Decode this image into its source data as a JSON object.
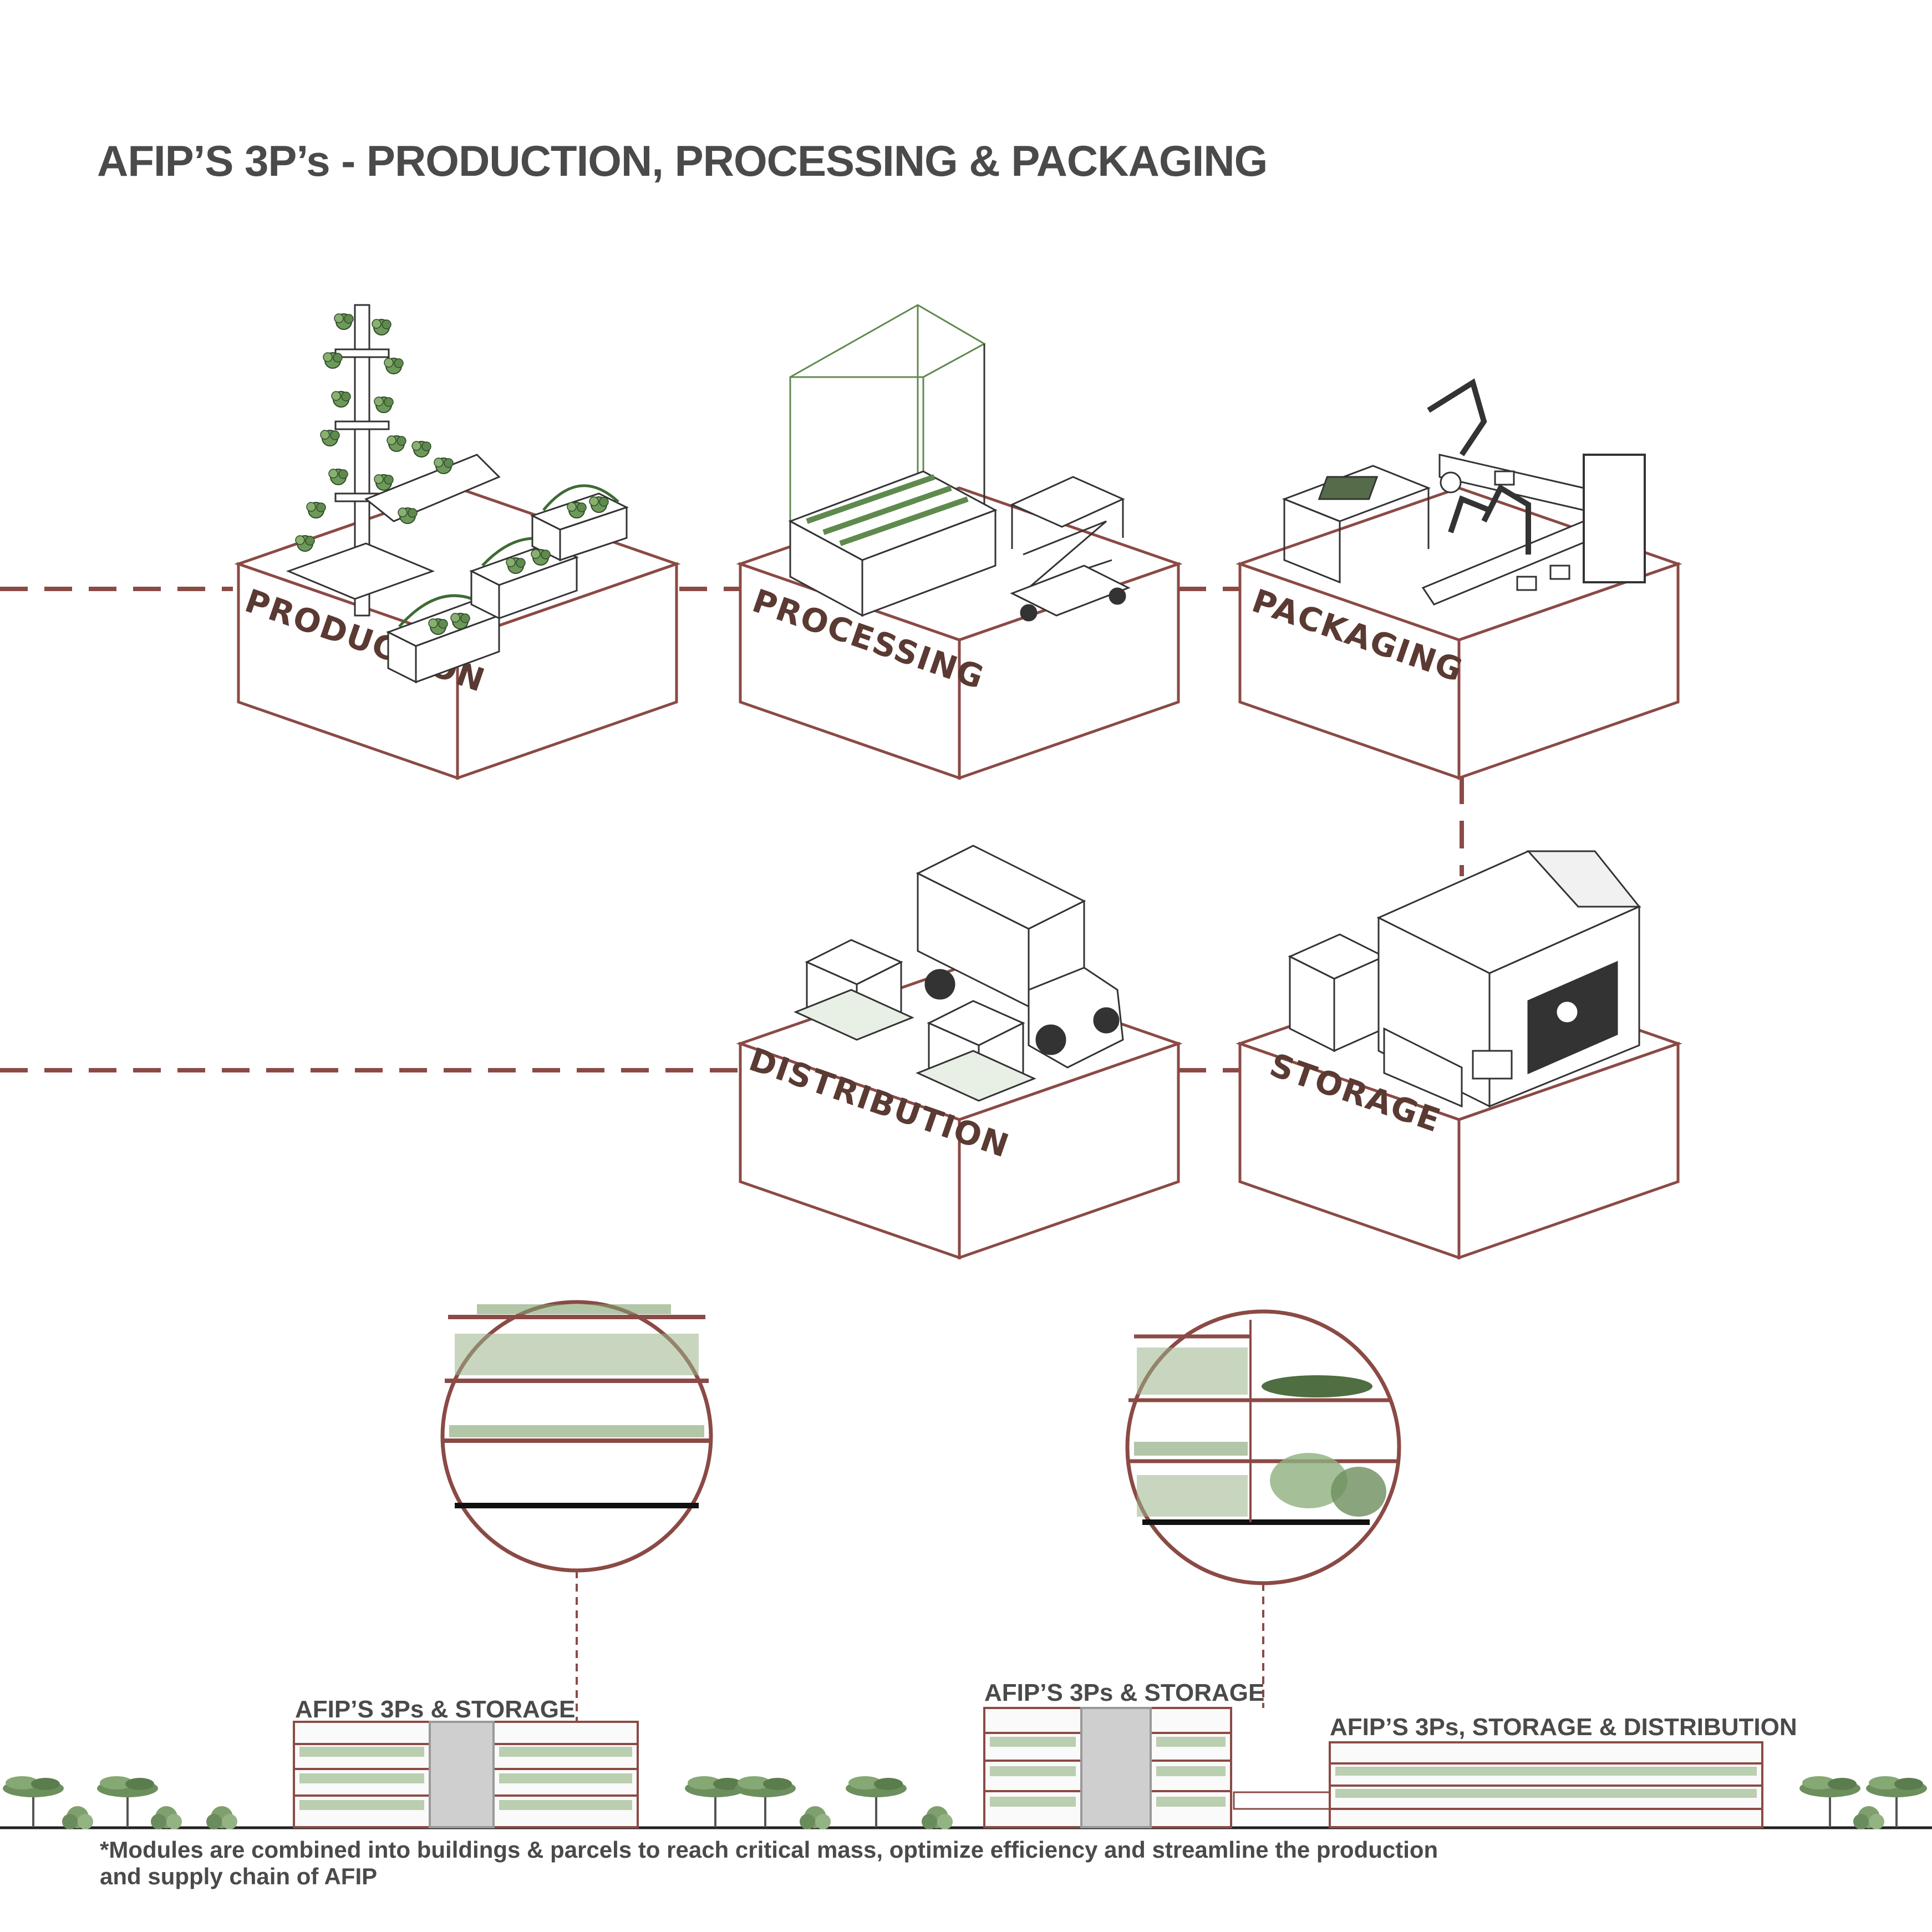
{
  "title": "AFIP’S 3P’s - PRODUCTION, PROCESSING & PACKAGING",
  "modules": [
    {
      "label": "PRODUCTION",
      "icon": "vertical-farm-planters-icon"
    },
    {
      "label": "PROCESSING",
      "icon": "hydroponic-rack-and-scissor-lift-icon"
    },
    {
      "label": "PACKAGING",
      "icon": "robotic-packaging-line-icon"
    },
    {
      "label": "DISTRIBUTION",
      "icon": "truck-and-pallets-icon"
    },
    {
      "label": "STORAGE",
      "icon": "warehouse-icon"
    }
  ],
  "section": {
    "buildings": [
      {
        "label": "AFIP’S 3Ps & STORAGE"
      },
      {
        "label": "AFIP’S 3Ps & STORAGE"
      },
      {
        "label": "AFIP’S 3Ps, STORAGE & DISTRIBUTION"
      }
    ]
  },
  "footnote": {
    "line1": "*Modules are combined into buildings & parcels to reach critical mass, optimize efficiency and streamline the production",
    "line2": "and supply chain of AFIP"
  },
  "colors": {
    "box_outline": "#8b4a45",
    "connector": "#8b4a45",
    "label_text": "#5a3a32",
    "title_text": "#4a4a4a",
    "plant_green": "#5f8a4e",
    "icon_line": "#3a3a3a"
  }
}
